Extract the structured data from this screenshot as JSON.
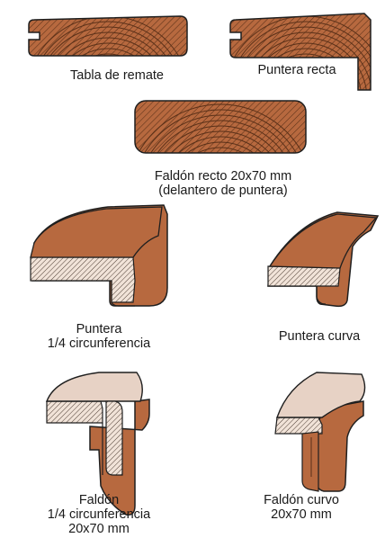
{
  "colors": {
    "wood": "#b7693f",
    "grain": "#5a3018",
    "light_face": "#e7d2c5",
    "outline": "#1f1f1f"
  },
  "items": [
    {
      "id": "tabla-remate",
      "lines": [
        "Tabla de remate"
      ]
    },
    {
      "id": "puntera-recta",
      "lines": [
        "Puntera recta"
      ]
    },
    {
      "id": "faldon-recto",
      "lines": [
        "Faldón recto 20x70 mm",
        "(delantero de puntera)"
      ]
    },
    {
      "id": "puntera-cuarto",
      "lines": [
        "Puntera",
        "1/4 circunferencia"
      ]
    },
    {
      "id": "puntera-curva",
      "lines": [
        "Puntera curva"
      ]
    },
    {
      "id": "faldon-cuarto",
      "lines": [
        "Faldón",
        "1/4 circunferencia",
        "20x70 mm"
      ]
    },
    {
      "id": "faldon-curvo",
      "lines": [
        "Faldón curvo",
        "20x70 mm"
      ]
    }
  ]
}
